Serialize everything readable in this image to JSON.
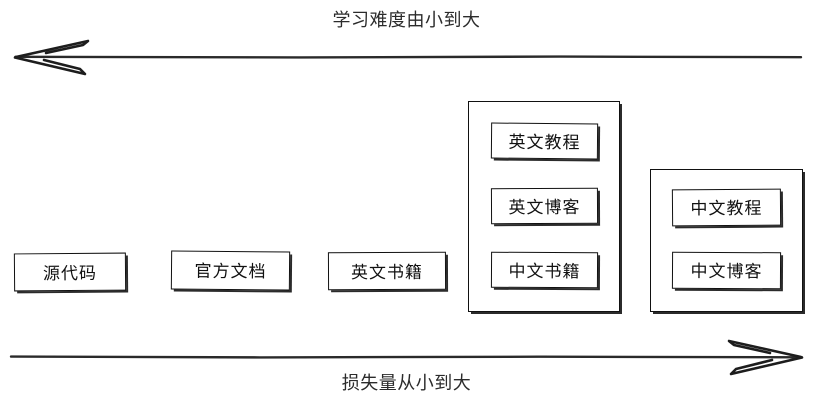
{
  "diagram": {
    "type": "spectrum-diagram",
    "top_axis": {
      "label": "学习难度由小到大",
      "direction": "left",
      "arrow_icon": "arrow-left-icon"
    },
    "bottom_axis": {
      "label": "损失量从小到大",
      "direction": "right",
      "arrow_icon": "arrow-right-icon"
    },
    "nodes": [
      {
        "id": "source-code",
        "label": "源代码"
      },
      {
        "id": "official-docs",
        "label": "官方文档"
      },
      {
        "id": "english-books",
        "label": "英文书籍"
      }
    ],
    "groups": [
      {
        "id": "group-english-mid",
        "items": [
          {
            "id": "english-tutorial",
            "label": "英文教程"
          },
          {
            "id": "english-blog",
            "label": "英文博客"
          },
          {
            "id": "chinese-books",
            "label": "中文书籍"
          }
        ]
      },
      {
        "id": "group-chinese",
        "items": [
          {
            "id": "chinese-tutorial",
            "label": "中文教程"
          },
          {
            "id": "chinese-blog",
            "label": "中文博客"
          }
        ]
      }
    ],
    "colors": {
      "stroke": "#111111",
      "background": "#ffffff",
      "text": "#1a1a1a"
    }
  }
}
